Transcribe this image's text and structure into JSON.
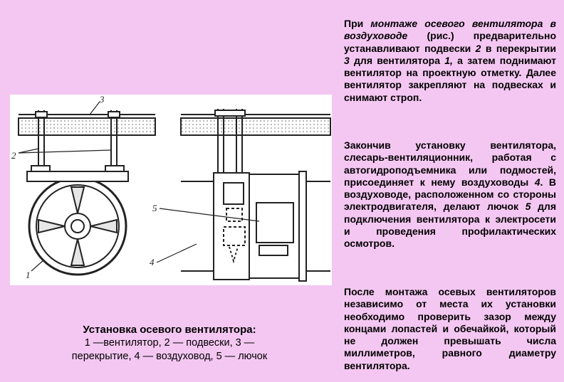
{
  "figure": {
    "labels": {
      "fan": "1",
      "hangers": "2",
      "ceiling": "3",
      "duct": "4",
      "hatch": "5"
    }
  },
  "caption": {
    "title": "Установка осевого вентилятора:",
    "line1": "1 —вентилятор, 2 — подвески, 3 —",
    "line2": "перекрытие, 4 — воздуховод, 5 — лючок"
  },
  "paragraphs": {
    "p1": {
      "a": "При ",
      "em1": "монтаже осевого вентилятора в воздуховоде",
      "b": " (рис.) предварительно устанавливают подвески ",
      "n2": "2",
      "c": " в перекрытии ",
      "n3": "3",
      "d": " для вентилятора ",
      "n1": "1,",
      "e": " а затем поднимают вентилятор на проектную отметку. Далее вентилятор закрепляют на подвесках и снимают строп."
    },
    "p2": {
      "a": "Закончив установку вентилятора, слесарь-вентиляционник, работая с автогидроподъемника или подмостей, присоединяет к нему воздуховоды ",
      "n4": "4",
      "b": ". В воздуховоде, расположенном со стороны электродвигателя, делают лючок ",
      "n5": "5",
      "c": " для подключения вентилятора к электросети и проведения профилактических осмотров."
    },
    "p3": {
      "text": "После монтажа осевых вентиляторов независимо от места их установки необходимо проверить зазор между концами лопастей и обечайкой, который не должен превышать числа миллиметров, равного диаметру вентилятора."
    }
  }
}
